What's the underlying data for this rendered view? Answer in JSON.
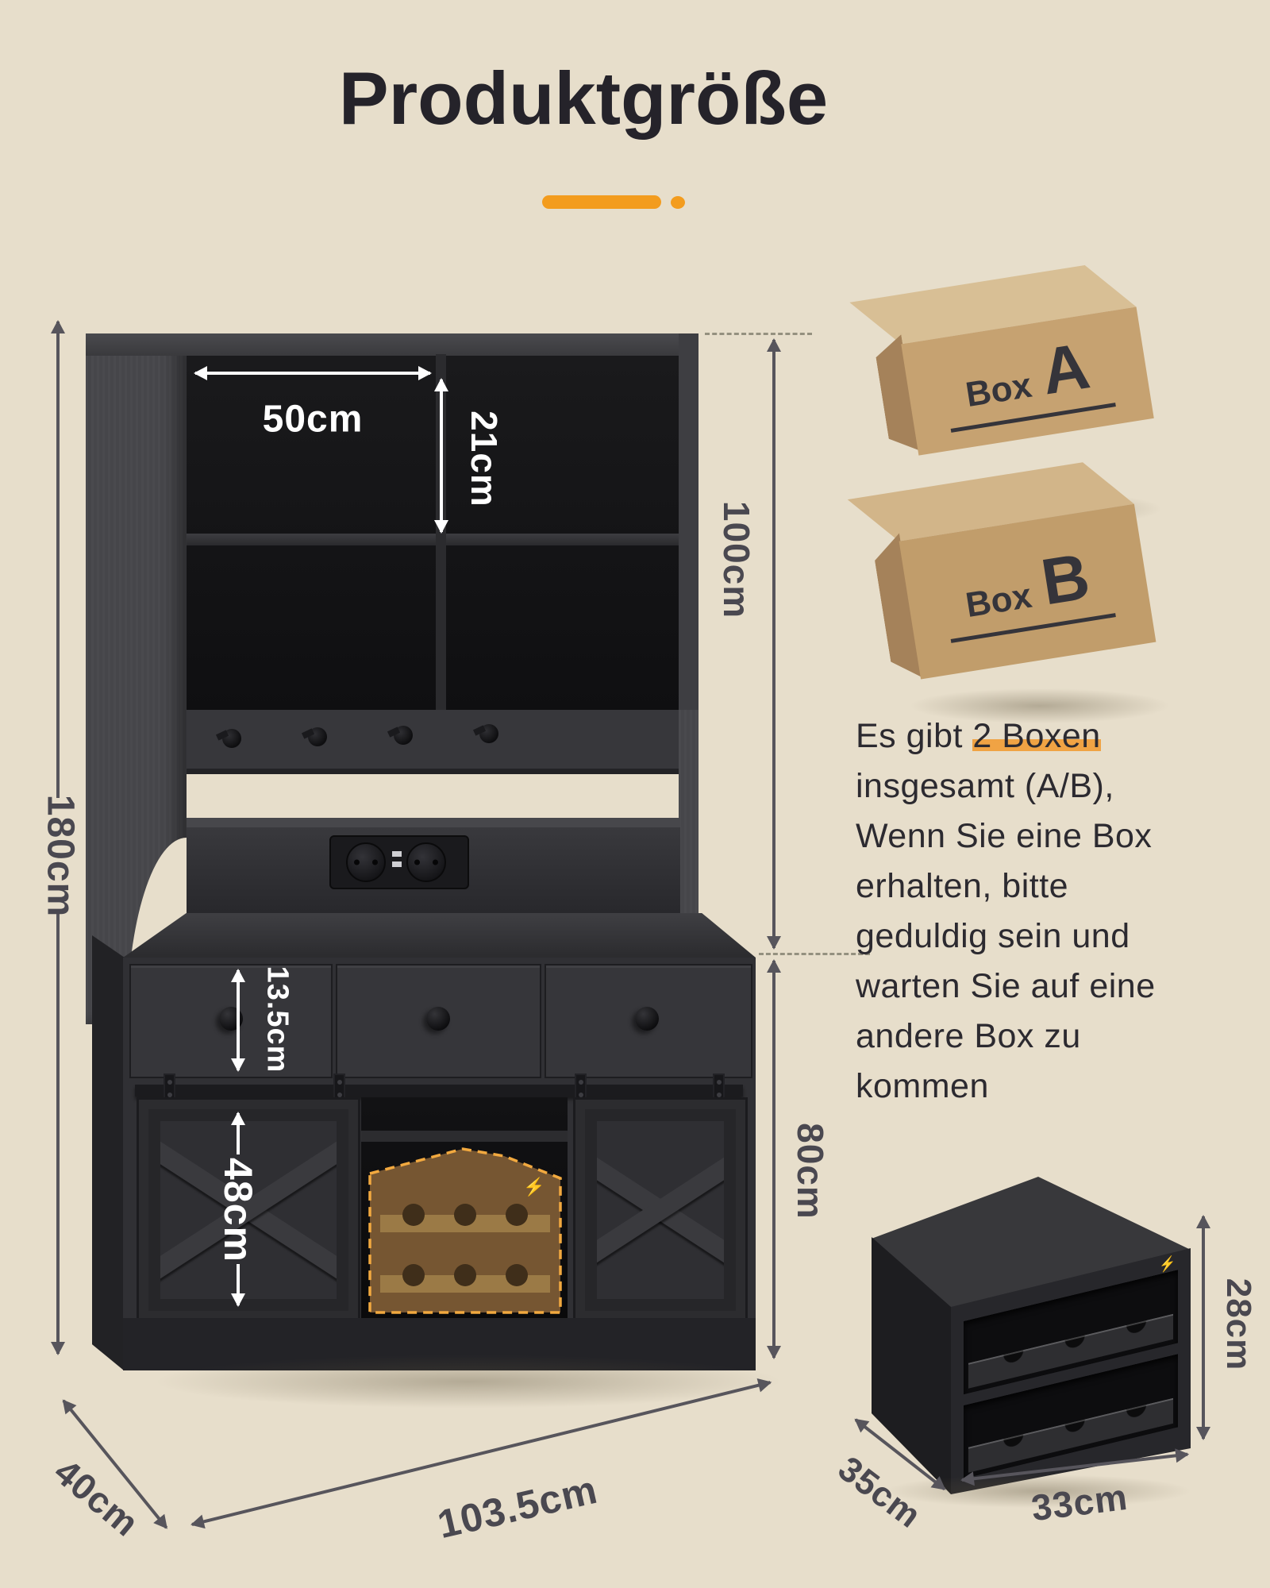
{
  "title": "Produktgröße",
  "colors": {
    "background": "#e7decb",
    "accent": "#f39c1e",
    "dim_text": "#4a4850",
    "dim_text_white": "#ffffff",
    "cabinet_black": "#2c2c2f",
    "cardboard": "#c6a271",
    "highlight_rack": "#7b5a34"
  },
  "cabinet": {
    "dims": {
      "shelf_width": "50cm",
      "shelf_height": "21cm",
      "hutch_height": "100cm",
      "total_height": "180cm",
      "drawer_height": "13.5cm",
      "door_height": "48cm",
      "base_height": "80cm",
      "depth": "40cm",
      "width": "103.5cm"
    }
  },
  "rack_unit": {
    "dims": {
      "height": "28cm",
      "depth": "35cm",
      "width": "33cm"
    },
    "power_icon": "⚡"
  },
  "boxes": {
    "a_prefix": "Box",
    "a_letter": "A",
    "b_prefix": "Box",
    "b_letter": "B"
  },
  "note": {
    "line1_pre": "Es gibt ",
    "line1_hl": "2 Boxen",
    "line2": "insgesamt (A/B),",
    "line3": "Wenn Sie eine Box",
    "line4": "erhalten, bitte",
    "line5": "geduldig sein und",
    "line6": "warten Sie auf eine",
    "line7": "andere Box zu",
    "line8": "kommen"
  }
}
